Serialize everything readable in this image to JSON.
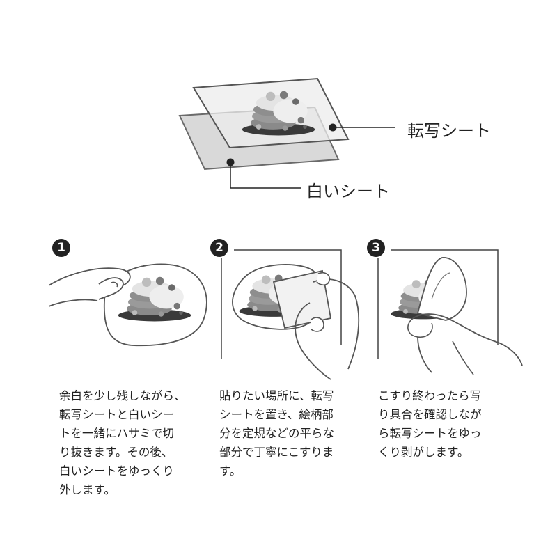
{
  "diagram": {
    "transfer_sheet_label": "転写シート",
    "white_sheet_label": "白いシート"
  },
  "steps": [
    {
      "number": "1",
      "lines": [
        "余白を少し残しながら、",
        "転写シートと白いシー",
        "トを一緒にハサミで切",
        "り抜きます。その後、",
        "白いシートをゆっくり",
        "外します。"
      ]
    },
    {
      "number": "2",
      "lines": [
        "貼りたい場所に、転写",
        "シートを置き、絵柄部",
        "分を定規などの平らな",
        "部分で丁寧にこすりま",
        "す。"
      ]
    },
    {
      "number": "3",
      "lines": [
        "こすり終わったら写",
        "り具合を確認しなが",
        "ら転写シートをゆっ",
        "くり剥がします。"
      ]
    }
  ]
}
